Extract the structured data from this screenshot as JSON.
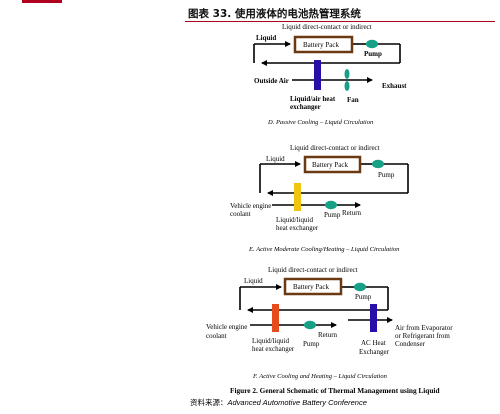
{
  "header": {
    "figure_title": "图表 33. 使用液体的电池热管理系统"
  },
  "diagram_d": {
    "top_label": "Liquid direct-contact or indirect",
    "liquid_label": "Liquid",
    "battery_label": "Battery Pack",
    "pump_label": "Pump",
    "outside_air_label": "Outside Air",
    "exhaust_label": "Exhaust",
    "hx_label_1": "Liquid/air heat",
    "hx_label_2": "exchanger",
    "fan_label": "Fan",
    "caption": "D.  Passive Cooling – Liquid Circulation",
    "colors": {
      "battery_border": "#6b3a13",
      "pump": "#16a085",
      "hx": "#2a0ea8",
      "fan": "#16a085"
    }
  },
  "diagram_e": {
    "top_label": "Liquid direct-contact or indirect",
    "liquid_label": "Liquid",
    "battery_label": "Battery Pack",
    "pump_label": "Pump",
    "vehicle_label_1": "Vehicle engine",
    "vehicle_label_2": "coolant",
    "hx_label_1": "Liquid/liquid",
    "hx_label_2": "heat exchanger",
    "pump2_label": "Pump",
    "return_label": "Return",
    "caption": "E. Active Moderate Cooling/Heating – Liquid Circulation",
    "colors": {
      "battery_border": "#6b3a13",
      "pump": "#16a085",
      "hx": "#f1c40f"
    }
  },
  "diagram_f": {
    "top_label": "Liquid direct-contact or indirect",
    "liquid_label": "Liquid",
    "battery_label": "Battery Pack",
    "pump_label": "Pump",
    "vehicle_label_1": "Vehicle engine",
    "vehicle_label_2": "coolant",
    "hx_label_1": "Liquid/liquid",
    "hx_label_2": "heat exchanger",
    "pump2_label": "Pump",
    "return_label": "Return",
    "ac_label_1": "AC Heat",
    "ac_label_2": "Exchanger",
    "air_label_1": "Air from Evaporator",
    "air_label_2": "or Refrigerant from",
    "air_label_3": "Condenser",
    "caption": "F.  Active Cooling and Heating – Liquid Circulation",
    "colors": {
      "battery_border": "#6b3a13",
      "pump": "#16a085",
      "hx": "#e74c1c",
      "ac": "#2a0ea8"
    }
  },
  "figure_caption": "Figure 2. General Schematic of Thermal Management using Liquid",
  "source": {
    "key": "资料来源：",
    "value": "Advanced Automotive Battery Conference"
  }
}
